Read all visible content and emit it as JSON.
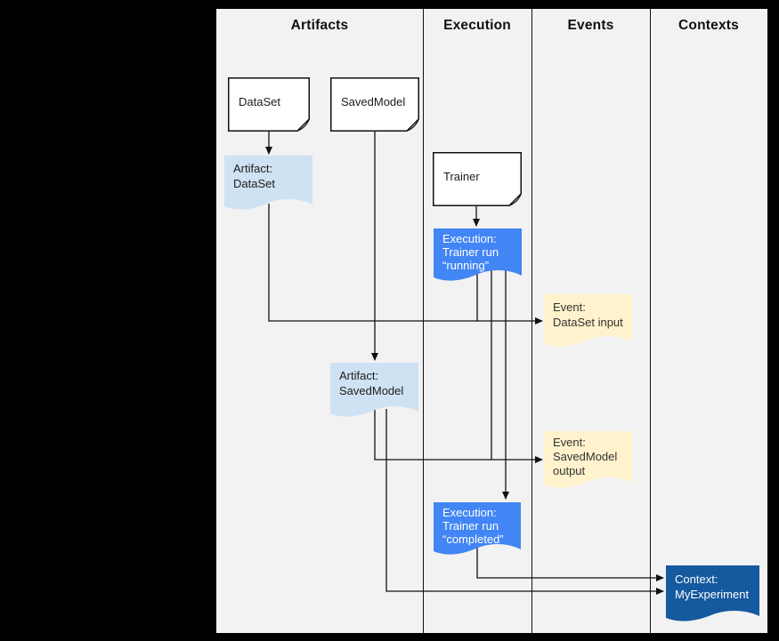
{
  "header": {
    "columns": [
      "Artifacts",
      "Execution",
      "Events",
      "Contexts"
    ]
  },
  "nodes": {
    "dataset": {
      "label": "DataSet"
    },
    "savedmodel": {
      "label": "SavedModel"
    },
    "trainer": {
      "label": "Trainer"
    },
    "artifact_dataset": {
      "line1": "Artifact:",
      "line2": "DataSet"
    },
    "artifact_savedmodel": {
      "line1": "Artifact:",
      "line2": "SavedModel"
    },
    "execution_running": {
      "line1": "Execution:",
      "line2": "Trainer run",
      "line3": "“running”"
    },
    "execution_completed": {
      "line1": "Execution:",
      "line2": "Trainer run",
      "line3": "“completed”"
    },
    "event_dataset_input": {
      "line1": "Event:",
      "line2": "DataSet input"
    },
    "event_savedmodel_output": {
      "line1": "Event:",
      "line2": "SavedModel",
      "line3": "output"
    },
    "context_myexperiment": {
      "line1": "Context:",
      "line2": "MyExperiment"
    }
  },
  "colors": {
    "frame_bg": "#000000",
    "canvas_bg": "#f2f2f3",
    "line_color": "#111111",
    "white_node_fill": "#ffffff",
    "artifact_fill": "#cfe2f3",
    "execution_fill": "#4285f4",
    "event_fill": "#fff2cc",
    "context_fill": "#15599f",
    "fold_fill": "#cccccc"
  }
}
